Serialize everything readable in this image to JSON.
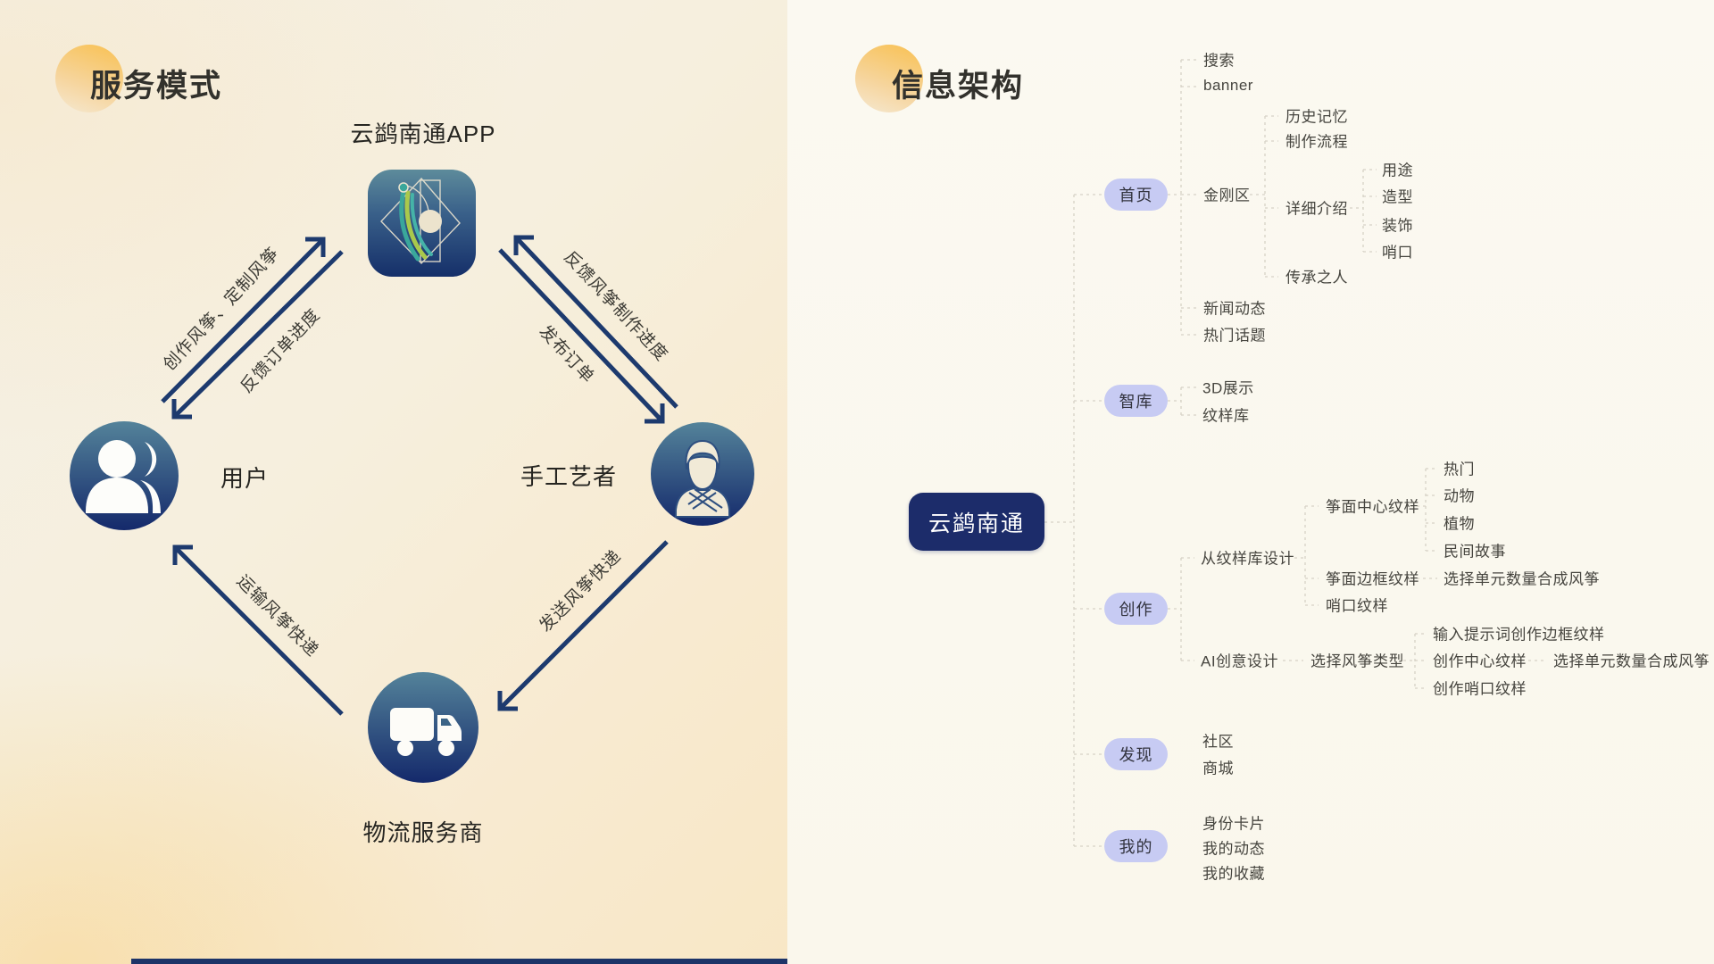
{
  "left_panel": {
    "title": "服务模式",
    "app_label": "云鹢南通APP",
    "entities": {
      "user": "用户",
      "craftsman": "手工艺者",
      "logistics": "物流服务商"
    },
    "arrow_labels": {
      "create_kite": "创作风筝、定制风筝",
      "feedback_order": "反馈订单进度",
      "feedback_progress": "反馈风筝制作进度",
      "publish_order": "发布订单",
      "transport_kite": "运输风筝快递",
      "send_kite": "发送风筝快递"
    },
    "icons": [
      "app-kite-icon",
      "user-icon",
      "craftsman-icon",
      "truck-icon"
    ],
    "colors": {
      "arrow": "#1d3a6e",
      "icon_gradient_top": "#5d8b9b",
      "icon_gradient_bottom": "#152f69",
      "accent_circle": "#f8c257"
    }
  },
  "right_panel": {
    "title": "信息架构",
    "colors": {
      "root_bg": "#1c2c6a",
      "branch_pill": "#c7cbf3",
      "line": "#d6d2c6"
    },
    "mindmap": {
      "root_label": "云鹢南通",
      "branches": [
        {
          "label": "首页",
          "children": [
            {
              "label": "搜索"
            },
            {
              "label": "banner"
            },
            {
              "label": "金刚区",
              "children": [
                {
                  "label": "历史记忆"
                },
                {
                  "label": "制作流程"
                },
                {
                  "label": "详细介绍",
                  "children": [
                    {
                      "label": "用途"
                    },
                    {
                      "label": "造型"
                    },
                    {
                      "label": "装饰"
                    },
                    {
                      "label": "哨口"
                    }
                  ]
                },
                {
                  "label": "传承之人"
                }
              ]
            },
            {
              "label": "新闻动态"
            },
            {
              "label": "热门话题"
            }
          ]
        },
        {
          "label": "智库",
          "children": [
            {
              "label": "3D展示"
            },
            {
              "label": "纹样库"
            }
          ]
        },
        {
          "label": "创作",
          "children": [
            {
              "label": "从纹样库设计",
              "children": [
                {
                  "label": "筝面中心纹样",
                  "children": [
                    {
                      "label": "热门"
                    },
                    {
                      "label": "动物"
                    },
                    {
                      "label": "植物"
                    },
                    {
                      "label": "民间故事"
                    }
                  ]
                },
                {
                  "label": "筝面边框纹样",
                  "children": [
                    {
                      "label": "选择单元数量合成风筝"
                    }
                  ]
                },
                {
                  "label": "哨口纹样"
                }
              ]
            },
            {
              "label": "AI创意设计",
              "children": [
                {
                  "label": "选择风筝类型",
                  "children": [
                    {
                      "label": "输入提示词创作边框纹样"
                    },
                    {
                      "label": "创作中心纹样",
                      "children": [
                        {
                          "label": "选择单元数量合成风筝"
                        }
                      ]
                    },
                    {
                      "label": "创作哨口纹样"
                    }
                  ]
                }
              ]
            }
          ]
        },
        {
          "label": "发现",
          "children": [
            {
              "label": "社区"
            },
            {
              "label": "商城"
            }
          ]
        },
        {
          "label": "我的",
          "children": [
            {
              "label": "身份卡片"
            },
            {
              "label": "我的动态"
            },
            {
              "label": "我的收藏"
            }
          ]
        }
      ]
    }
  }
}
